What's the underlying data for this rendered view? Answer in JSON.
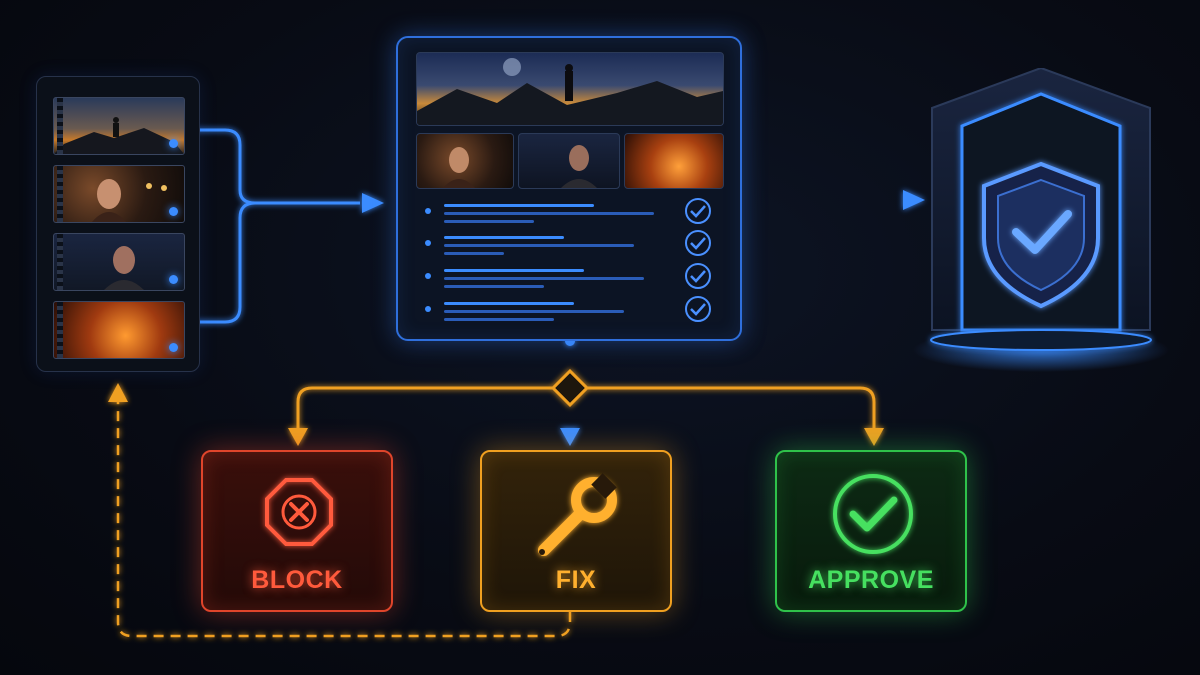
{
  "outcomes": {
    "block": {
      "label": "BLOCK",
      "icon": "x-octagon-icon",
      "color": "#e0452b"
    },
    "fix": {
      "label": "FIX",
      "icon": "wrench-icon",
      "color": "#f0a020"
    },
    "approve": {
      "label": "APPROVE",
      "icon": "check-circle-icon",
      "color": "#2fc24a"
    }
  },
  "review": {
    "checklist": [
      {
        "checked": true
      },
      {
        "checked": true
      },
      {
        "checked": true
      },
      {
        "checked": true
      }
    ]
  },
  "icons": {
    "shield": "shield-check-icon",
    "decision": "diamond-decision-icon",
    "film": "film-strip-icon"
  },
  "colors": {
    "flow": "#3b8cff",
    "feedback": "#f0a020"
  }
}
